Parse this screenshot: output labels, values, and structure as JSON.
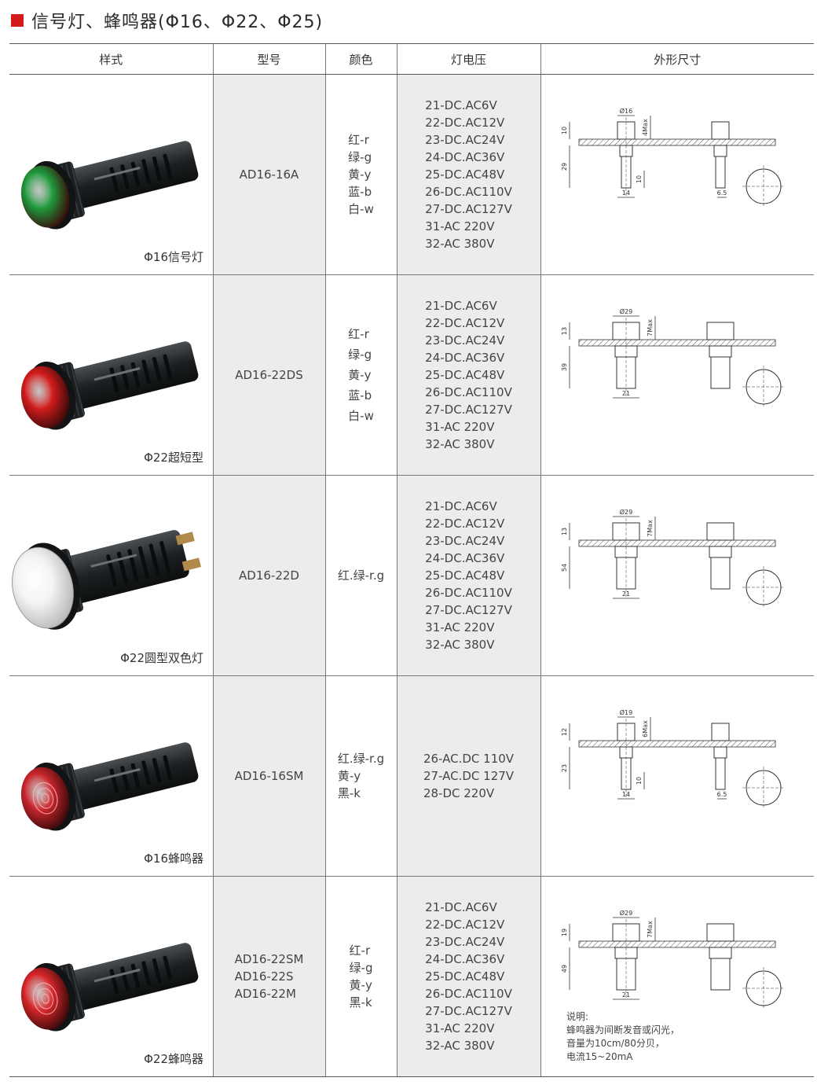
{
  "title": "信号灯、蜂鸣器(Φ16、Φ22、Φ25)",
  "headers": [
    "样式",
    "型号",
    "颜色",
    "灯电压",
    "外形尺寸"
  ],
  "rows": [
    {
      "caption": "Φ16信号灯",
      "model": [
        "AD16-16A"
      ],
      "colors": [
        "红-r",
        "绿-g",
        "黄-y",
        "蓝-b",
        "白-w"
      ],
      "voltages": [
        "21-DC.AC6V",
        "22-DC.AC12V",
        "23-DC.AC24V",
        "24-DC.AC36V",
        "25-DC.AC48V",
        "26-DC.AC110V",
        "27-DC.AC127V",
        "31-AC 220V",
        "32-AC 380V"
      ],
      "lamp_color": "#1f9a3c",
      "dims": {
        "dia": "Ø16",
        "h1": "10",
        "h2": "29",
        "h3": "10",
        "w": "14",
        "max": "4Max",
        "side": "6.5"
      }
    },
    {
      "caption": "Φ22超短型",
      "model": [
        "AD16-22DS"
      ],
      "colors": [
        "红-r",
        "绿-g",
        "黄-y",
        "蓝-b",
        "白-w"
      ],
      "voltages": [
        "21-DC.AC6V",
        "22-DC.AC12V",
        "23-DC.AC24V",
        "24-DC.AC36V",
        "25-DC.AC48V",
        "26-DC.AC110V",
        "27-DC.AC127V",
        "31-AC 220V",
        "32-AC 380V"
      ],
      "lamp_color": "#d21c1c",
      "dims": {
        "dia": "Ø29",
        "h1": "13",
        "h2": "39",
        "w": "21",
        "max": "7Max"
      }
    },
    {
      "caption": "Φ22圆型双色灯",
      "model": [
        "AD16-22D"
      ],
      "colors": [
        "红.绿-r.g"
      ],
      "voltages": [
        "21-DC.AC6V",
        "22-DC.AC12V",
        "23-DC.AC24V",
        "24-DC.AC36V",
        "25-DC.AC48V",
        "26-DC.AC110V",
        "27-DC.AC127V",
        "31-AC 220V",
        "32-AC 380V"
      ],
      "lamp_color": "#f4f4f4",
      "dims": {
        "dia": "Ø29",
        "h1": "13",
        "h2": "54",
        "w": "21",
        "max": "7Max"
      }
    },
    {
      "caption": "Φ16蜂鸣器",
      "model": [
        "AD16-16SM"
      ],
      "colors": [
        "红.绿-r.g",
        "黄-y",
        "黑-k"
      ],
      "voltages": [
        "26-AC.DC 110V",
        "27-AC.DC 127V",
        "28-DC 220V"
      ],
      "lamp_color": "#c8262c",
      "dims": {
        "dia": "Ø19",
        "h1": "12",
        "h2": "23",
        "h3": "10",
        "w": "14",
        "max": "6Max",
        "side": "6.5"
      }
    },
    {
      "caption": "Φ22蜂鸣器",
      "model": [
        "AD16-22SM",
        "AD16-22S",
        "AD16-22M"
      ],
      "colors": [
        "红-r",
        "绿-g",
        "黄-y",
        "黑-k"
      ],
      "voltages": [
        "21-DC.AC6V",
        "22-DC.AC12V",
        "23-DC.AC24V",
        "24-DC.AC36V",
        "25-DC.AC48V",
        "26-DC.AC110V",
        "27-DC.AC127V",
        "31-AC 220V",
        "32-AC 380V"
      ],
      "lamp_color": "#d6262a",
      "dims": {
        "dia": "Ø29",
        "h1": "19",
        "h2": "49",
        "w": "21",
        "max": "7Max"
      },
      "note": [
        "说明:",
        "蜂鸣器为间断发音或闪光，",
        "音量为10cm/80分贝，",
        "电流15~20mA"
      ]
    }
  ]
}
